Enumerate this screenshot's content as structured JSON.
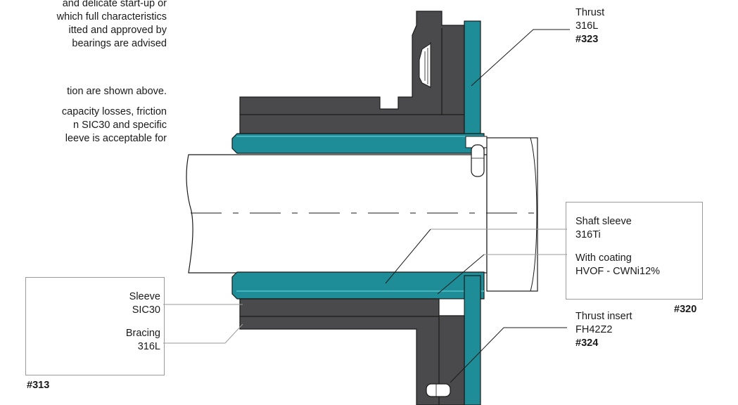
{
  "intro": {
    "para1": [
      "and delicate start-up or",
      "which full characteristics",
      "itted and approved by",
      "bearings are advised"
    ],
    "para2": "tion are shown above.",
    "para3": [
      "capacity losses, friction",
      "n SIC30 and specific",
      "leeve is acceptable for"
    ]
  },
  "labels": {
    "thrust": {
      "name": "Thrust",
      "material": "316L",
      "code": "#323"
    },
    "shaft_sleeve": {
      "name": "Shaft sleeve",
      "material": "316Ti",
      "coating_label": "With coating",
      "coating": "HVOF - CWNi12%",
      "code": "#320"
    },
    "thrust_insert": {
      "name": "Thrust insert",
      "material": "FH42Z2",
      "code": "#324"
    },
    "sleeve": {
      "name": "Sleeve",
      "material": "SIC30"
    },
    "bracing": {
      "name": "Bracing",
      "material": "316L"
    },
    "assembly_code": "#313"
  },
  "colors": {
    "steel": "#4a4a4c",
    "teal": "#1e8d98",
    "teal_light": "#46b3bc",
    "outline": "#1a1a1a"
  }
}
